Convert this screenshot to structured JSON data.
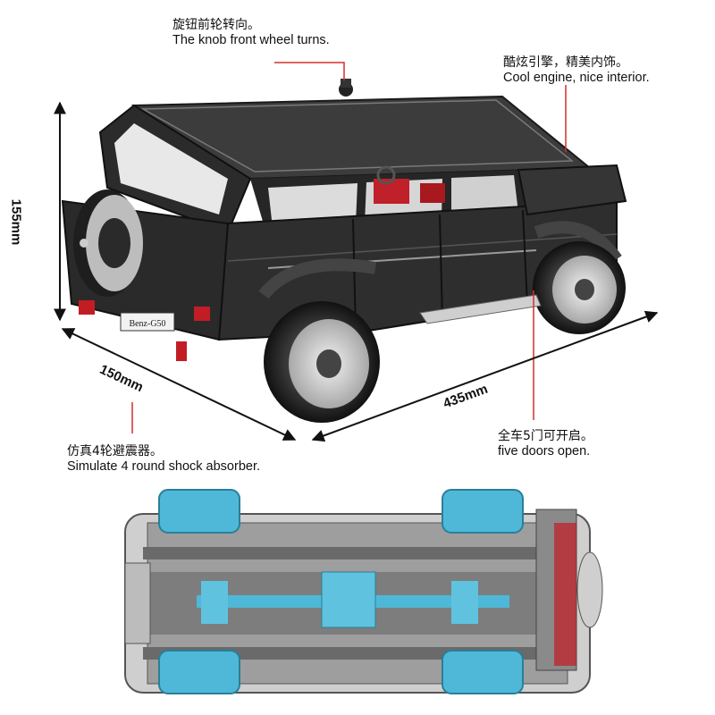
{
  "annotations": {
    "knob": {
      "zh": "旋钮前轮转向。",
      "en": "The knob front wheel turns."
    },
    "engine": {
      "zh": "酷炫引擎，精美内饰。",
      "en": "Cool engine, nice interior."
    },
    "shock": {
      "zh": "仿真4轮避震器。",
      "en": "Simulate 4 round shock absorber."
    },
    "doors": {
      "zh": "全车5门可开启。",
      "en": "five doors open."
    }
  },
  "dimensions": {
    "height": "155mm",
    "width": "150mm",
    "length": "435mm"
  },
  "plate_text": "Benz-G50",
  "colors": {
    "leader_line": "#d0302c",
    "body": "#2a2a2a",
    "accent": "#4fb8d8",
    "chassis": "#8a8a8a"
  }
}
